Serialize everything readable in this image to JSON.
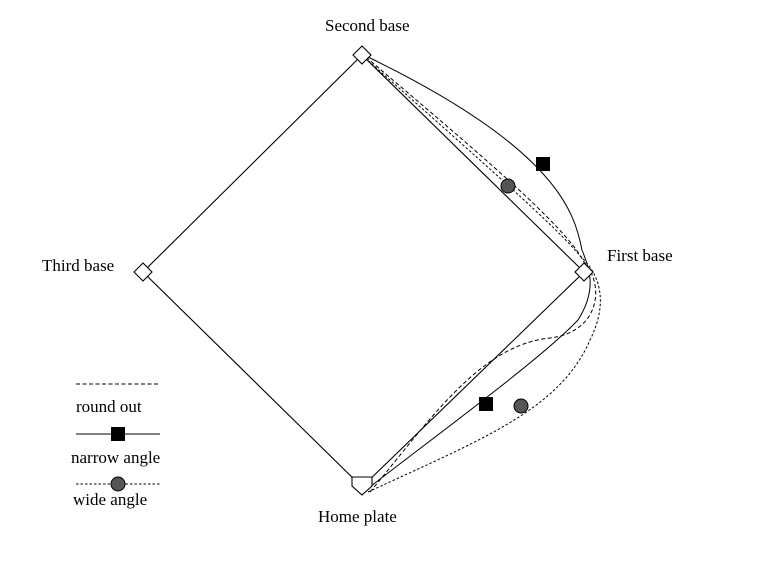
{
  "labels": {
    "second_base": "Second base",
    "third_base": "Third base",
    "first_base": "First base",
    "home_plate": "Home plate"
  },
  "legend": {
    "round_out": "round out",
    "narrow_angle": "narrow angle",
    "wide_angle": "wide angle"
  },
  "colors": {
    "line": "#000000",
    "square_marker": "#000000",
    "circle_marker": "#555555",
    "base_fill": "#ffffff"
  }
}
